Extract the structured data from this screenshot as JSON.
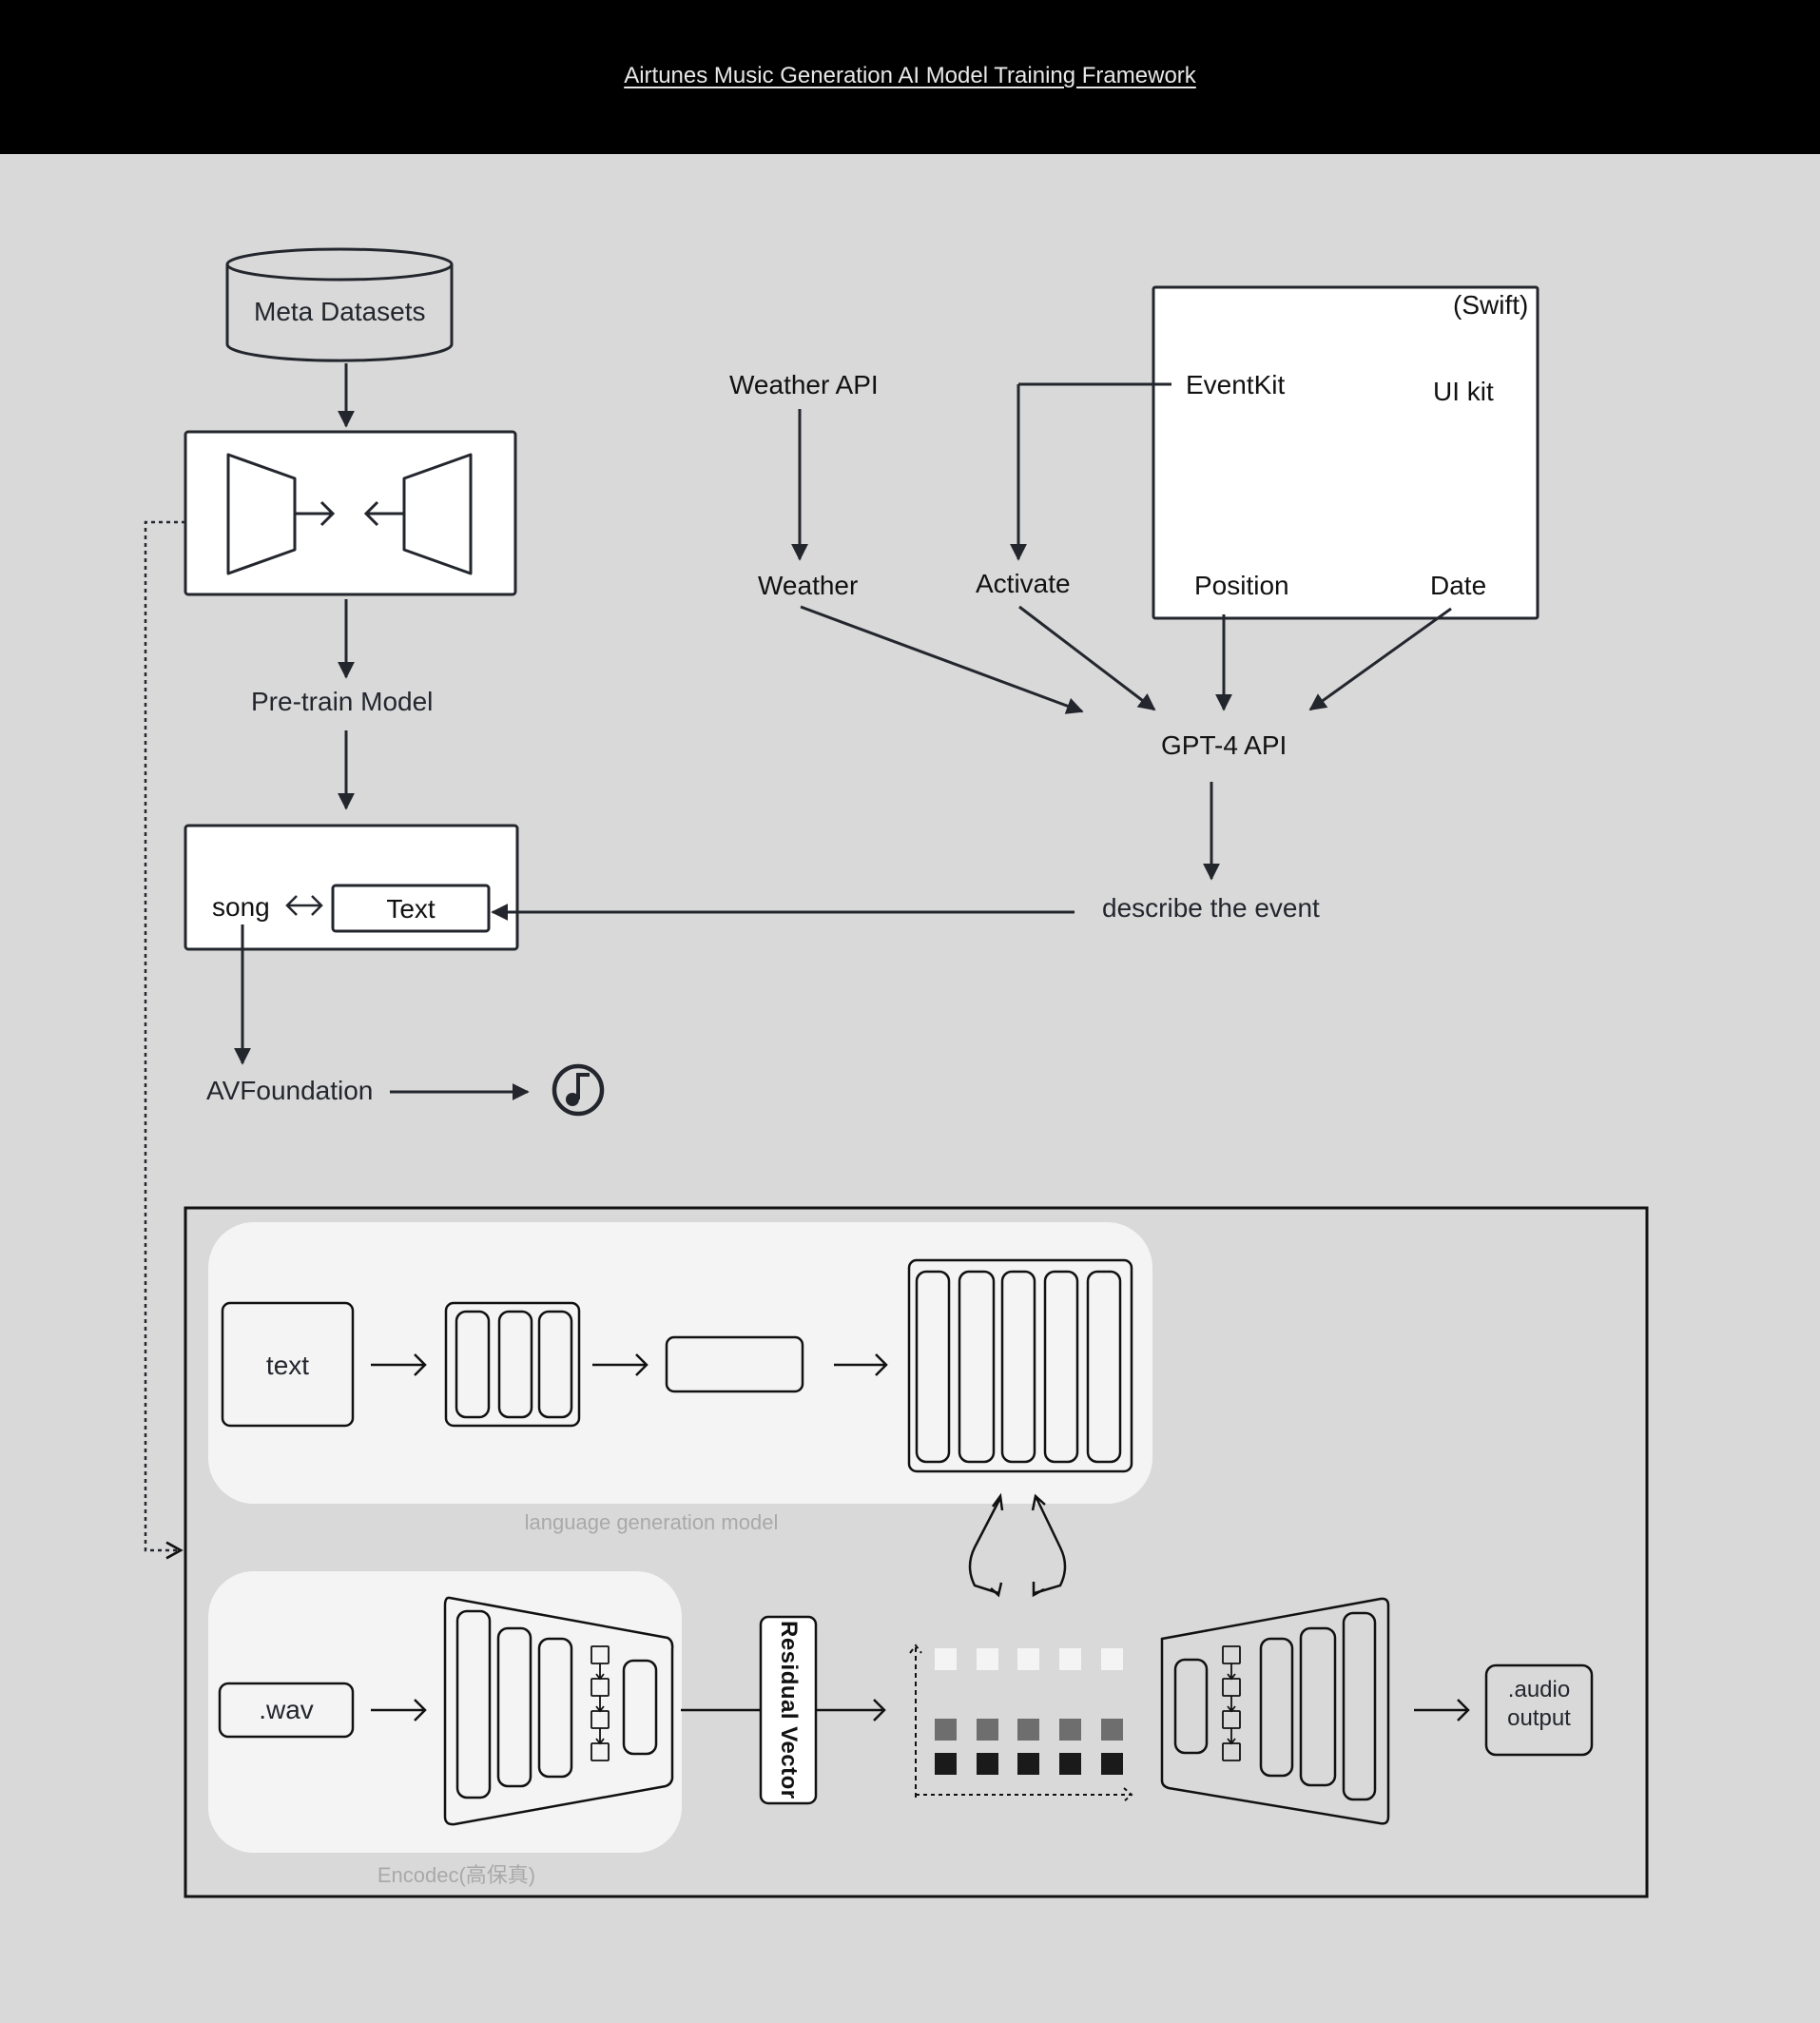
{
  "header": {
    "title": "Airtunes Music Generation AI Model Training Framework"
  },
  "pipeline": {
    "dataset": "Meta Datasets",
    "pretrain": "Pre-train Model",
    "song": "song",
    "text_box": "Text",
    "avfoundation": "AVFoundation",
    "output_icon": "music-note-icon"
  },
  "context": {
    "weather_api": "Weather API",
    "weather": "Weather",
    "activate": "Activate",
    "swift_box": {
      "title": "(Swift)",
      "eventkit": "EventKit",
      "uikit": "UI kit",
      "position": "Position",
      "date": "Date"
    },
    "gpt": "GPT-4 API",
    "describe": "describe the event"
  },
  "model": {
    "text_input": "text",
    "lgm_caption": "language generation model",
    "wav_input": ".wav",
    "residual": "Residual Vector",
    "audio_output": ".audio output",
    "encodec_caption": "Encodec(高保真)",
    "token_colors": [
      "#f4f4f4",
      "#6e6e6e",
      "#1a1a1a"
    ]
  }
}
